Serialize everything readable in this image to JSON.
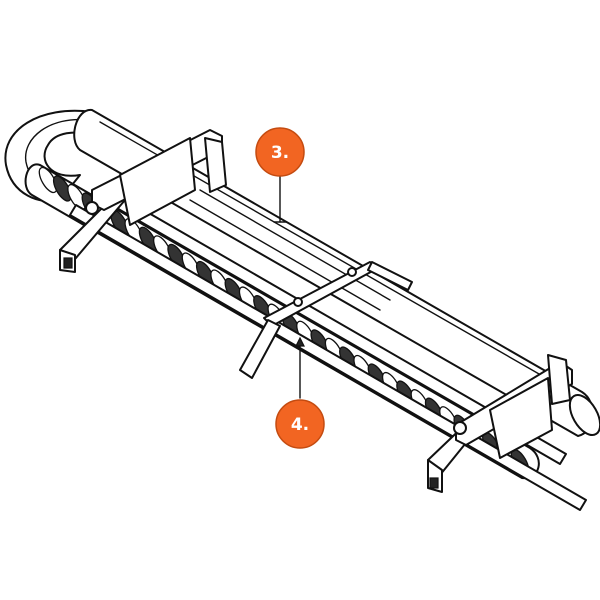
{
  "figure": {
    "background": "#ffffff",
    "line_color": "#111111",
    "callout_color": "#f26522",
    "callout_stroke": "#c44b10",
    "callout_text_color": "#ffffff"
  },
  "callouts": [
    {
      "id": "3",
      "label": "3."
    },
    {
      "id": "4",
      "label": "4."
    }
  ]
}
